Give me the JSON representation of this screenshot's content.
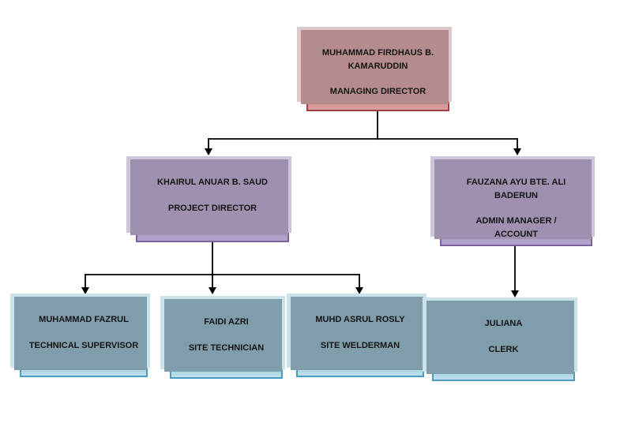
{
  "chart": {
    "type": "org-chart",
    "nodes": [
      {
        "id": "managing-director",
        "name": "MUHAMMAD FIRDHAUS B. KAMARUDDIN",
        "title": "MANAGING DIRECTOR",
        "theme": "red"
      },
      {
        "id": "project-director",
        "name": "KHAIRUL ANUAR B. SAUD",
        "title": "PROJECT DIRECTOR",
        "theme": "purple"
      },
      {
        "id": "admin-manager",
        "name": "FAUZANA AYU BTE. ALI BADERUN",
        "title": "ADMIN MANAGER / ACCOUNT",
        "theme": "purple"
      },
      {
        "id": "technical-supervisor",
        "name": "MUHAMMAD FAZRUL",
        "title": "TECHNICAL SUPERVISOR",
        "theme": "blue"
      },
      {
        "id": "site-technician",
        "name": "FAIDI AZRI",
        "title": "SITE TECHNICIAN",
        "theme": "blue"
      },
      {
        "id": "site-welderman",
        "name": "MUHD ASRUL ROSLY",
        "title": "SITE WELDERMAN",
        "theme": "blue"
      },
      {
        "id": "clerk",
        "name": "JULIANA",
        "title": "CLERK",
        "theme": "blue"
      }
    ],
    "edges": [
      {
        "from": "managing-director",
        "to": "project-director"
      },
      {
        "from": "managing-director",
        "to": "admin-manager"
      },
      {
        "from": "project-director",
        "to": "technical-supervisor"
      },
      {
        "from": "project-director",
        "to": "site-technician"
      },
      {
        "from": "project-director",
        "to": "site-welderman"
      },
      {
        "from": "admin-manager",
        "to": "clerk"
      }
    ],
    "colors": {
      "level1_fill": "#b25353",
      "level1_border": "#a23e3e",
      "level2_fill": "#8b76a6",
      "level2_border": "#7b629d",
      "level3_fill": "#5aa8c8",
      "level3_border": "#4a9bc1",
      "connector": "#000000",
      "text": "#141414"
    }
  }
}
